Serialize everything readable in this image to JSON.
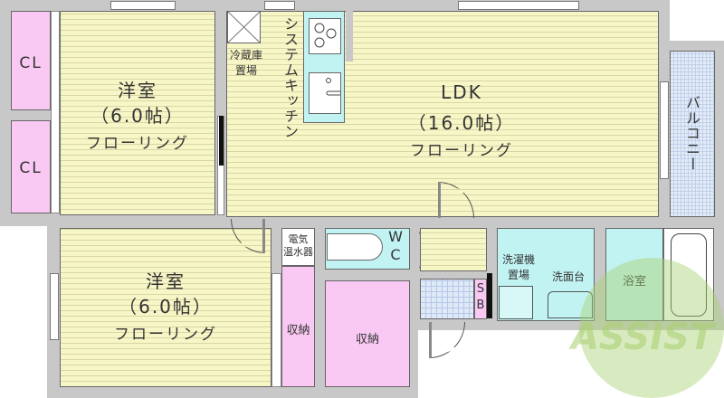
{
  "rooms": {
    "western_room_1": {
      "name": "洋室",
      "size": "（6.0帖）",
      "floor": "フローリング"
    },
    "western_room_2": {
      "name": "洋室",
      "size": "（6.0帖）",
      "floor": "フローリング"
    },
    "ldk": {
      "name": "LDK",
      "size": "（16.0帖）",
      "floor": "フローリング"
    },
    "closet_1": {
      "label": "CL"
    },
    "closet_2": {
      "label": "CL"
    },
    "fridge": {
      "label_line1": "冷蔵庫",
      "label_line2": "置場"
    },
    "kitchen": {
      "label": "システムキッチン"
    },
    "balcony": {
      "label": "バルコニー"
    },
    "water_heater": {
      "label_line1": "電気",
      "label_line2": "温水器"
    },
    "storage_1": {
      "label": "収納"
    },
    "storage_2": {
      "label": "収納"
    },
    "wc": {
      "label_line1": "W",
      "label_line2": "C"
    },
    "sb": {
      "label_line1": "S",
      "label_line2": "B"
    },
    "laundry": {
      "label_line1": "洗濯機",
      "label_line2": "置場"
    },
    "washbasin": {
      "label": "洗面台"
    },
    "bathroom": {
      "label": "浴室"
    }
  },
  "watermark": {
    "text": "ASSIST",
    "color_green": "#a8d070",
    "color_red": "#e0607a"
  },
  "colors": {
    "floor": "#f7f6c6",
    "closet": "#f9c9f3",
    "wet": "#c2f3f3",
    "wall": "#c8c8c8",
    "balcony": "#e3ecf7"
  }
}
